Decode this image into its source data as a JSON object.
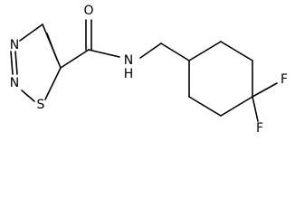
{
  "molecule": {
    "atoms": [
      {
        "id": "O1",
        "label": "O"
      },
      {
        "id": "N_amide",
        "label": "N"
      },
      {
        "id": "H_amide",
        "label": "H"
      },
      {
        "id": "S1",
        "label": "S"
      },
      {
        "id": "N2",
        "label": "N"
      },
      {
        "id": "N3",
        "label": "N"
      },
      {
        "id": "F1",
        "label": "F"
      },
      {
        "id": "F2",
        "label": "F"
      }
    ]
  }
}
